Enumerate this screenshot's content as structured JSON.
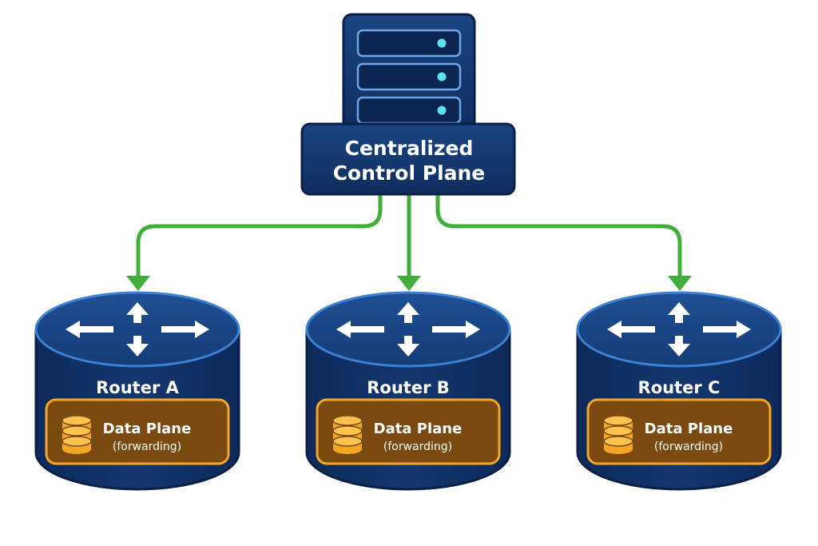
{
  "controller": {
    "title_line1": "Centralized",
    "title_line2": "Control Plane",
    "icon": "server-rack-icon",
    "slot_count": 3
  },
  "routers": [
    {
      "name": "Router A",
      "plane_label": "Data Plane",
      "plane_sub": "(forwarding)",
      "icon": "router-arrows-icon",
      "plane_icon": "database-stack-icon"
    },
    {
      "name": "Router B",
      "plane_label": "Data Plane",
      "plane_sub": "(forwarding)",
      "icon": "router-arrows-icon",
      "plane_icon": "database-stack-icon"
    },
    {
      "name": "Router C",
      "plane_label": "Data Plane",
      "plane_sub": "(forwarding)",
      "icon": "router-arrows-icon",
      "plane_icon": "database-stack-icon"
    }
  ],
  "connections": [
    {
      "from": "controller",
      "to": "Router A"
    },
    {
      "from": "controller",
      "to": "Router B"
    },
    {
      "from": "controller",
      "to": "Router C"
    }
  ],
  "colors": {
    "navy_dark": "#0c2452",
    "navy": "#163a73",
    "navy_top": "#1d4a8c",
    "rim_blue": "#3b82d6",
    "indicator_cyan": "#5ce1f0",
    "arrow_green": "#3fae3a",
    "plane_fill": "#7a4a10",
    "plane_border": "#f5a623",
    "plane_icon": "#f5a623",
    "text_white": "#ffffff",
    "shadow": "#e3eaf4"
  }
}
